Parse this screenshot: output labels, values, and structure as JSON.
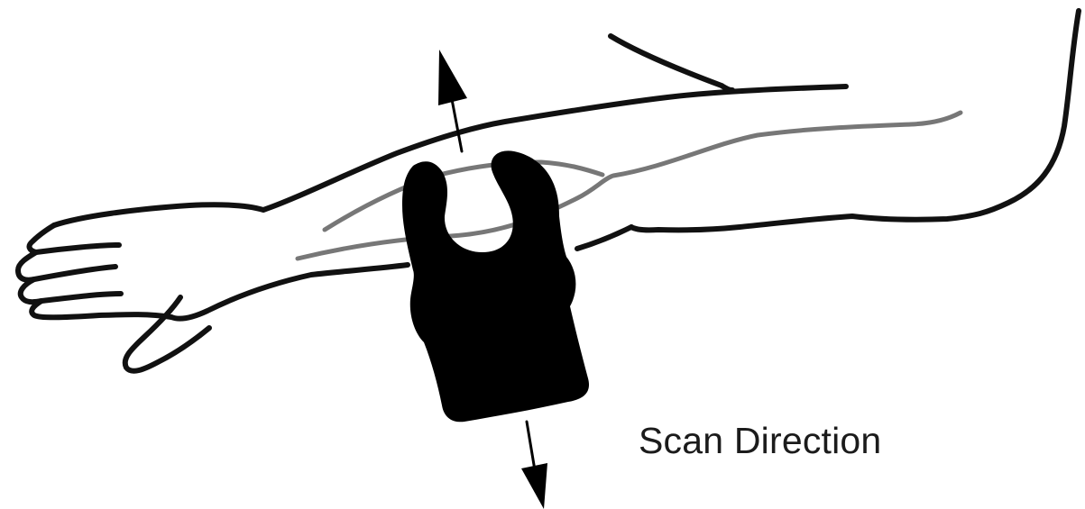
{
  "caption": {
    "text": "Scan Direction"
  },
  "icons": {
    "arm": "arm-illustration",
    "vein": "vein-lines",
    "scanner": "vein-scanner-device",
    "arrow_up": "arrow-up-icon",
    "arrow_down": "arrow-down-icon"
  },
  "colors": {
    "outline": "#111111",
    "vein": "#777777",
    "device": "#000000",
    "text": "#1b1b1b",
    "background": "#ffffff"
  }
}
